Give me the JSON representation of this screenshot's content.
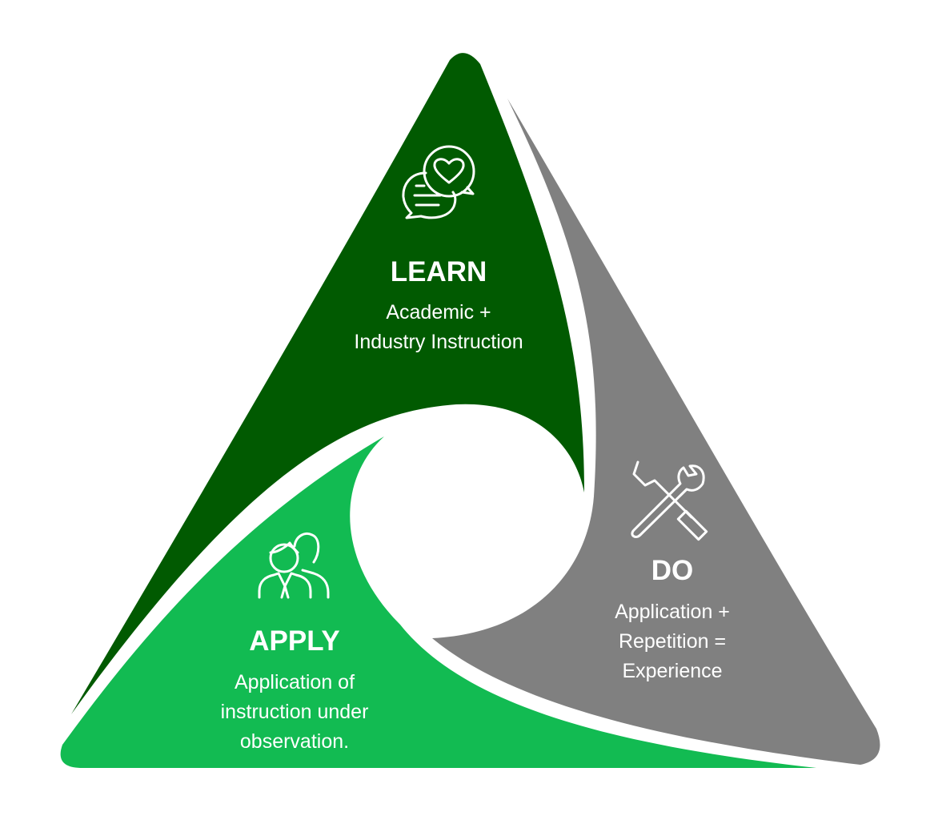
{
  "colors": {
    "learn": "#015a01",
    "apply": "#12bb52",
    "do": "#808080",
    "text": "#ffffff",
    "background": "#ffffff"
  },
  "learn": {
    "icon": "chat-bubbles-heart-icon",
    "title": "LEARN",
    "lines": [
      "Academic +",
      "Industry Instruction"
    ]
  },
  "do": {
    "icon": "wrench-screwdriver-icon",
    "title": "DO",
    "lines": [
      "Application +",
      "Repetition =",
      "Experience"
    ]
  },
  "apply": {
    "icon": "people-icon",
    "title": "APPLY",
    "lines": [
      "Application of",
      "instruction under",
      "observation."
    ]
  }
}
